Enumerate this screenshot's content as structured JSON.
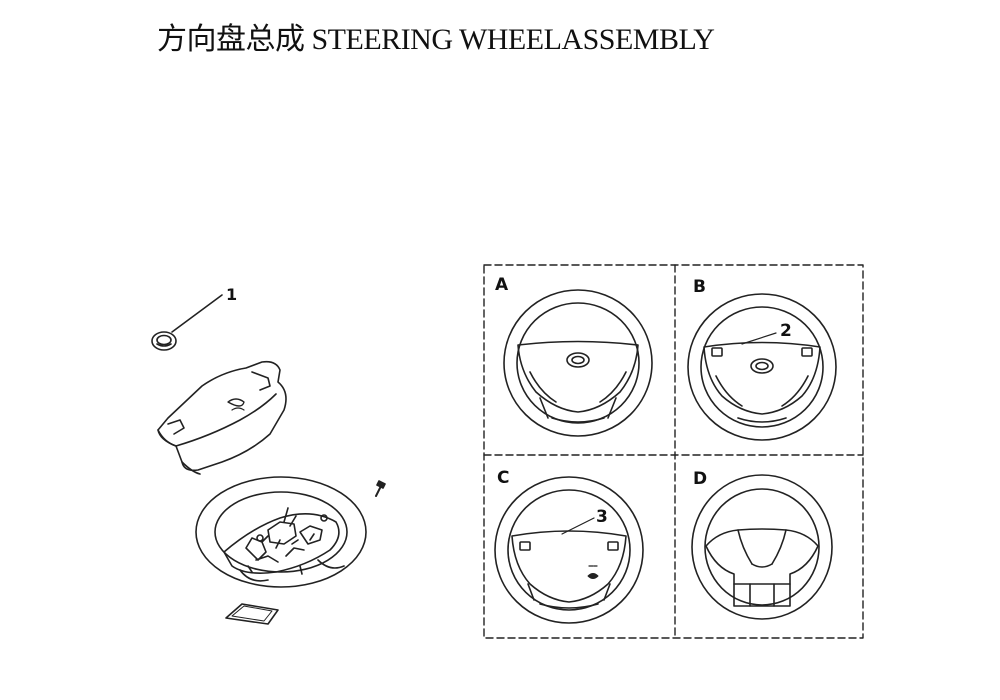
{
  "title": "方向盘总成 STEERING WHEELASSEMBLY",
  "exploded_view": {
    "callouts": [
      "1"
    ]
  },
  "variants": [
    {
      "letter": "A",
      "callout": ""
    },
    {
      "letter": "B",
      "callout": "2"
    },
    {
      "letter": "C",
      "callout": "3"
    },
    {
      "letter": "D",
      "callout": ""
    }
  ]
}
